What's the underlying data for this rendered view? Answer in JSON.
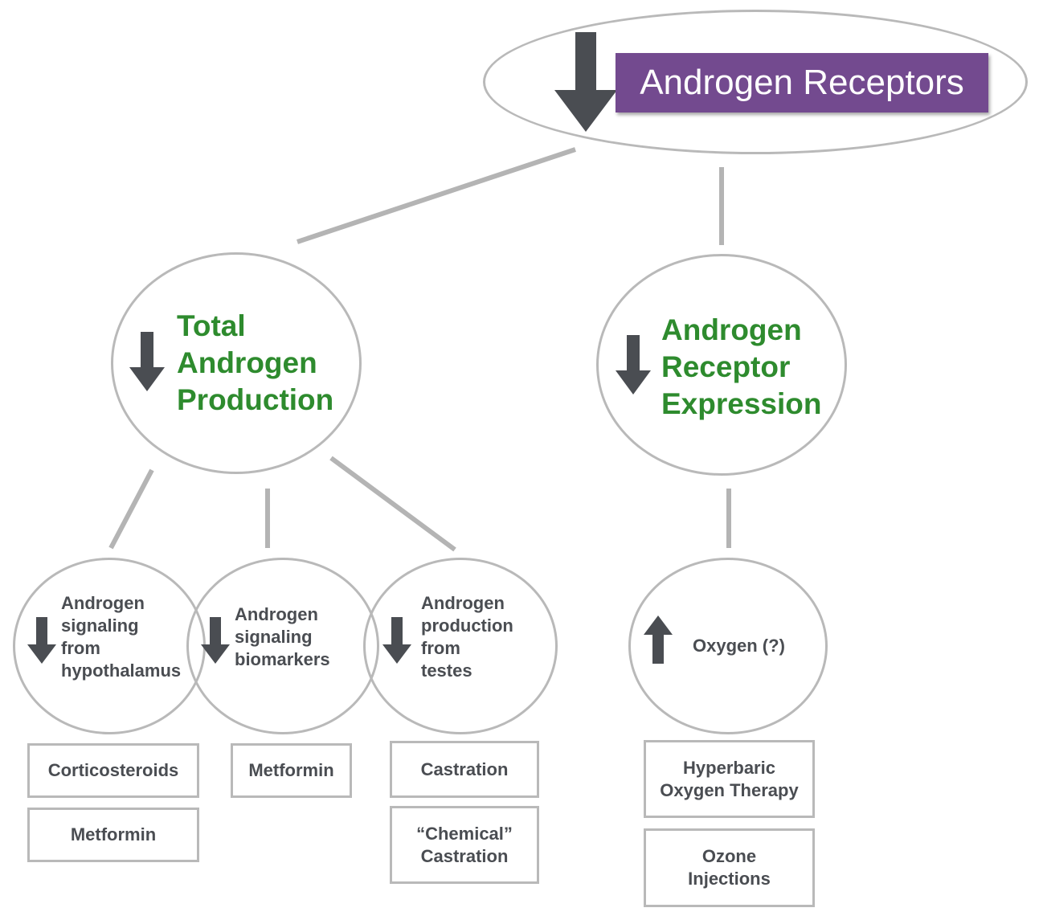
{
  "root": {
    "label": "Androgen Receptors",
    "arrow": "down-arrow-icon"
  },
  "branches": [
    {
      "label_lines": [
        "Total",
        "Androgen",
        "Production"
      ],
      "arrow": "down-arrow-icon",
      "children": [
        {
          "label_lines": [
            "Androgen",
            "signaling",
            "from",
            "hypothalamus"
          ],
          "arrow": "down-arrow-icon",
          "boxes": [
            [
              "Corticosteroids"
            ],
            [
              "Metformin"
            ]
          ]
        },
        {
          "label_lines": [
            "Androgen",
            "signaling",
            "biomarkers"
          ],
          "arrow": "down-arrow-icon",
          "boxes": [
            [
              "Metformin"
            ]
          ]
        },
        {
          "label_lines": [
            "Androgen",
            "production",
            "from",
            "testes"
          ],
          "arrow": "down-arrow-icon",
          "boxes": [
            [
              "Castration"
            ],
            [
              "“Chemical”",
              "Castration"
            ]
          ]
        }
      ]
    },
    {
      "label_lines": [
        "Androgen",
        "Receptor",
        "Expression"
      ],
      "arrow": "down-arrow-icon",
      "children": [
        {
          "label_lines": [
            "Oxygen (?)"
          ],
          "arrow": "up-arrow-icon",
          "boxes": [
            [
              "Hyperbaric",
              "Oxygen Therapy"
            ],
            [
              "Ozone",
              "Injections"
            ]
          ]
        }
      ]
    }
  ],
  "colors": {
    "title_bg": "#734a8f",
    "mid_text": "#2e8b2e",
    "small_text": "#4a4d52",
    "outline": "#b9b9b9",
    "arrow": "#4a4d52"
  }
}
